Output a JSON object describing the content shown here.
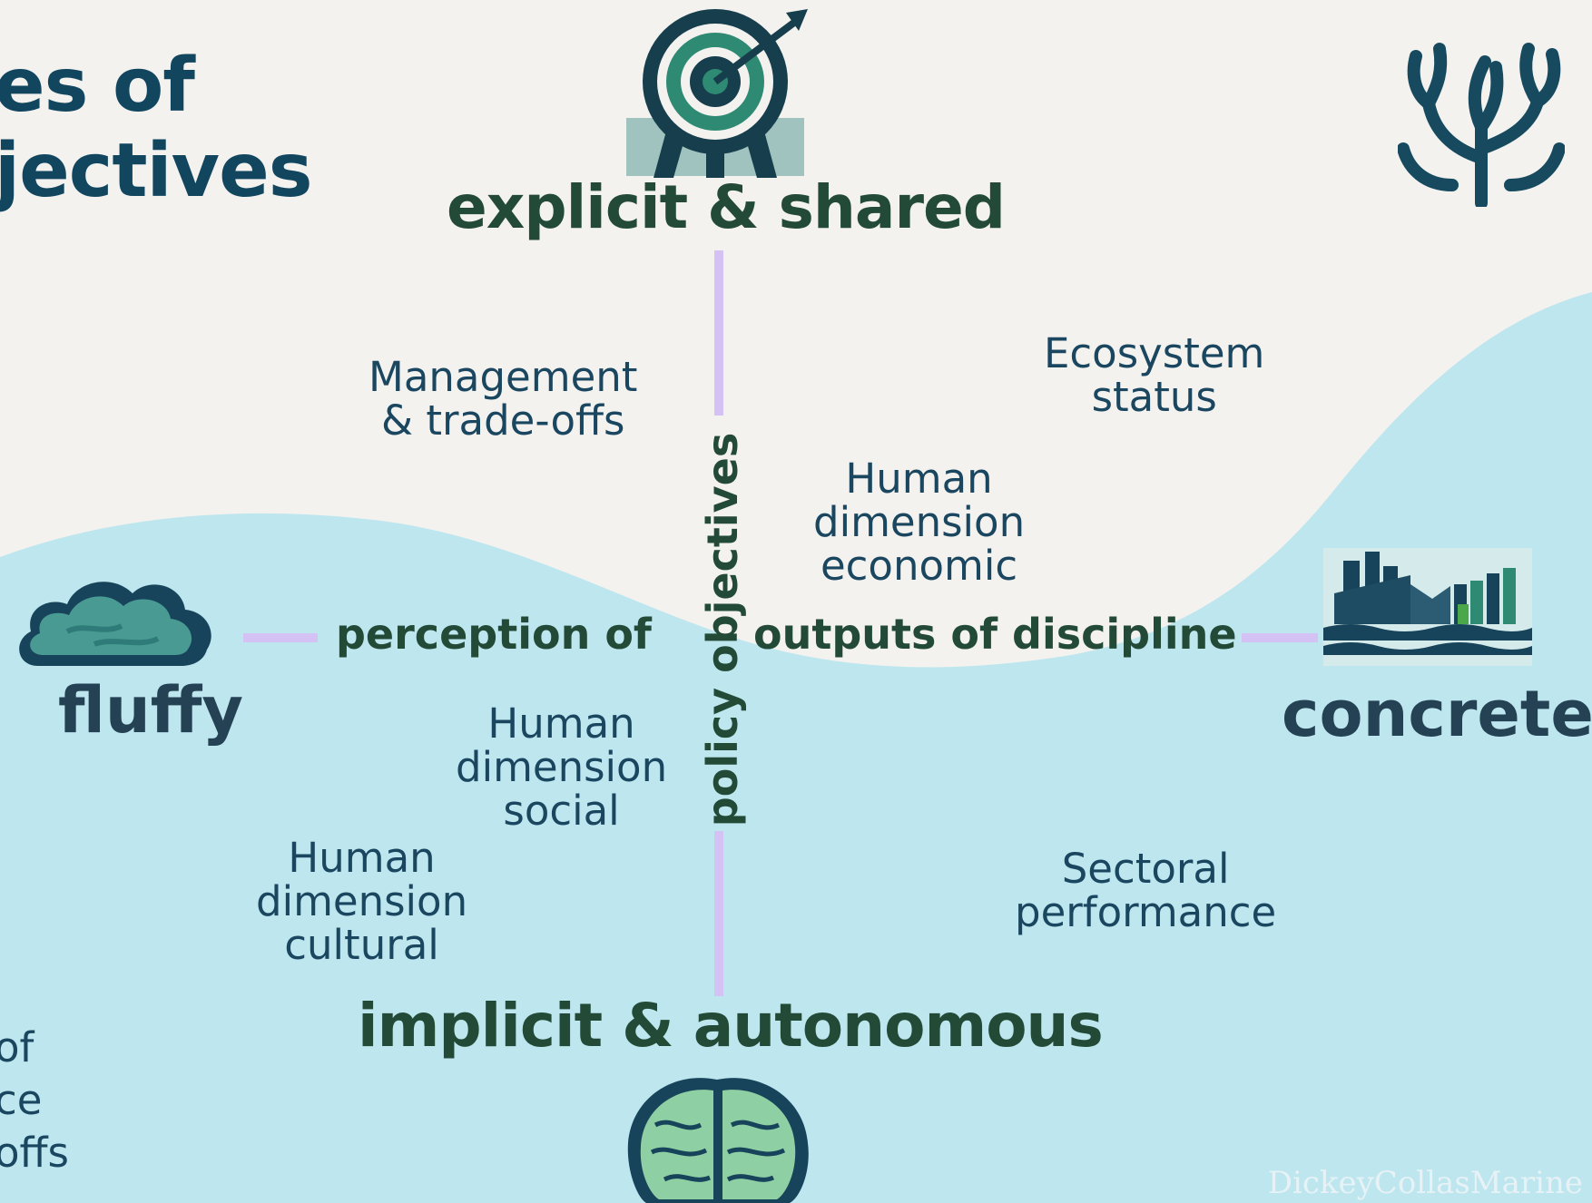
{
  "title": "es of\njectives",
  "poles": {
    "top": "explicit & shared",
    "bottom": "implicit & autonomous",
    "left": "fluffy",
    "right": "concrete"
  },
  "axes": {
    "left_label": "perception of",
    "right_label": "outputs of discipline",
    "vertical_label": "policy objectives"
  },
  "items": {
    "management": "Management\n& trade-offs",
    "ecosystem": "Ecosystem\nstatus",
    "economic": "Human\ndimension\neconomic",
    "social": "Human\ndimension\nsocial",
    "cultural": "Human\ndimension\ncultural",
    "sectoral": "Sectoral\nperformance"
  },
  "partial_note": "of\nce\noffs",
  "watermark": "DickeyCollasMarine",
  "icons": {
    "top": "target-icon",
    "bottom": "brain-icon",
    "left": "cloud-icon",
    "right": "factory-icon",
    "corner": "coral-icon"
  },
  "colors": {
    "background": "#f3f2ef",
    "wave": "#bde6ee",
    "axis_line": "#d4c2f5",
    "navy_text": "#1b4660",
    "green_text": "#234a37"
  }
}
